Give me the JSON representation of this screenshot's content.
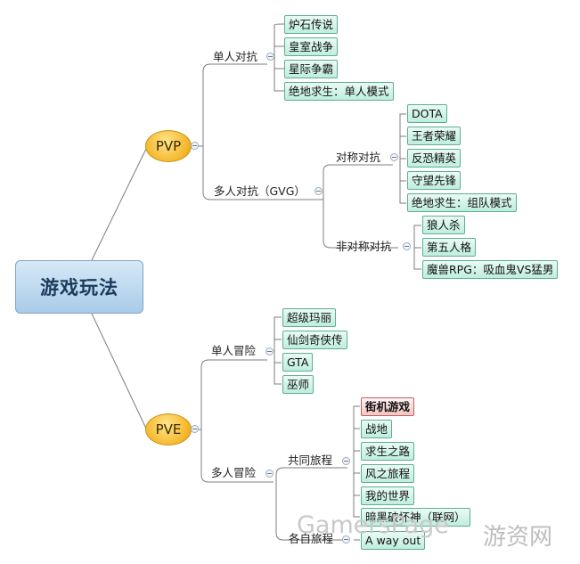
{
  "root": {
    "label": "游戏玩法"
  },
  "branches": {
    "pvp": {
      "label": "PVP",
      "single": {
        "label": "单人对抗",
        "items": [
          "炉石传说",
          "皇室战争",
          "星际争霸",
          "绝地求生：单人模式"
        ]
      },
      "multi": {
        "label": "多人对抗（GVG）",
        "symmetric": {
          "label": "对称对抗",
          "items": [
            "DOTA",
            "王者荣耀",
            "反恐精英",
            "守望先锋",
            "绝地求生：组队模式"
          ]
        },
        "asymmetric": {
          "label": "非对称对抗",
          "items": [
            "狼人杀",
            "第五人格",
            "魔兽RPG：吸血鬼VS猛男"
          ]
        }
      }
    },
    "pve": {
      "label": "PVE",
      "single": {
        "label": "单人冒险",
        "items": [
          "超级玛丽",
          "仙剑奇侠传",
          "GTA",
          "巫师"
        ]
      },
      "multi": {
        "label": "多人冒险",
        "shared": {
          "label": "共同旅程",
          "items": [
            "街机游戏",
            "战地",
            "求生之路",
            "风之旅程",
            "我的世界",
            "暗黑破坏神（联网）"
          ]
        },
        "separate": {
          "label": "各自旅程",
          "items": [
            "A way out"
          ]
        }
      }
    }
  },
  "watermark": {
    "left": "GamersPage",
    "right": "游资网"
  },
  "colors": {
    "leaf_fill": "#c9f1e2",
    "leaf_border": "#5fae93",
    "hub_fill": "#f5b528",
    "root_fill": "#bcd7ef",
    "highlight_fill": "#f3c7c4",
    "line": "#7d7d7d"
  }
}
